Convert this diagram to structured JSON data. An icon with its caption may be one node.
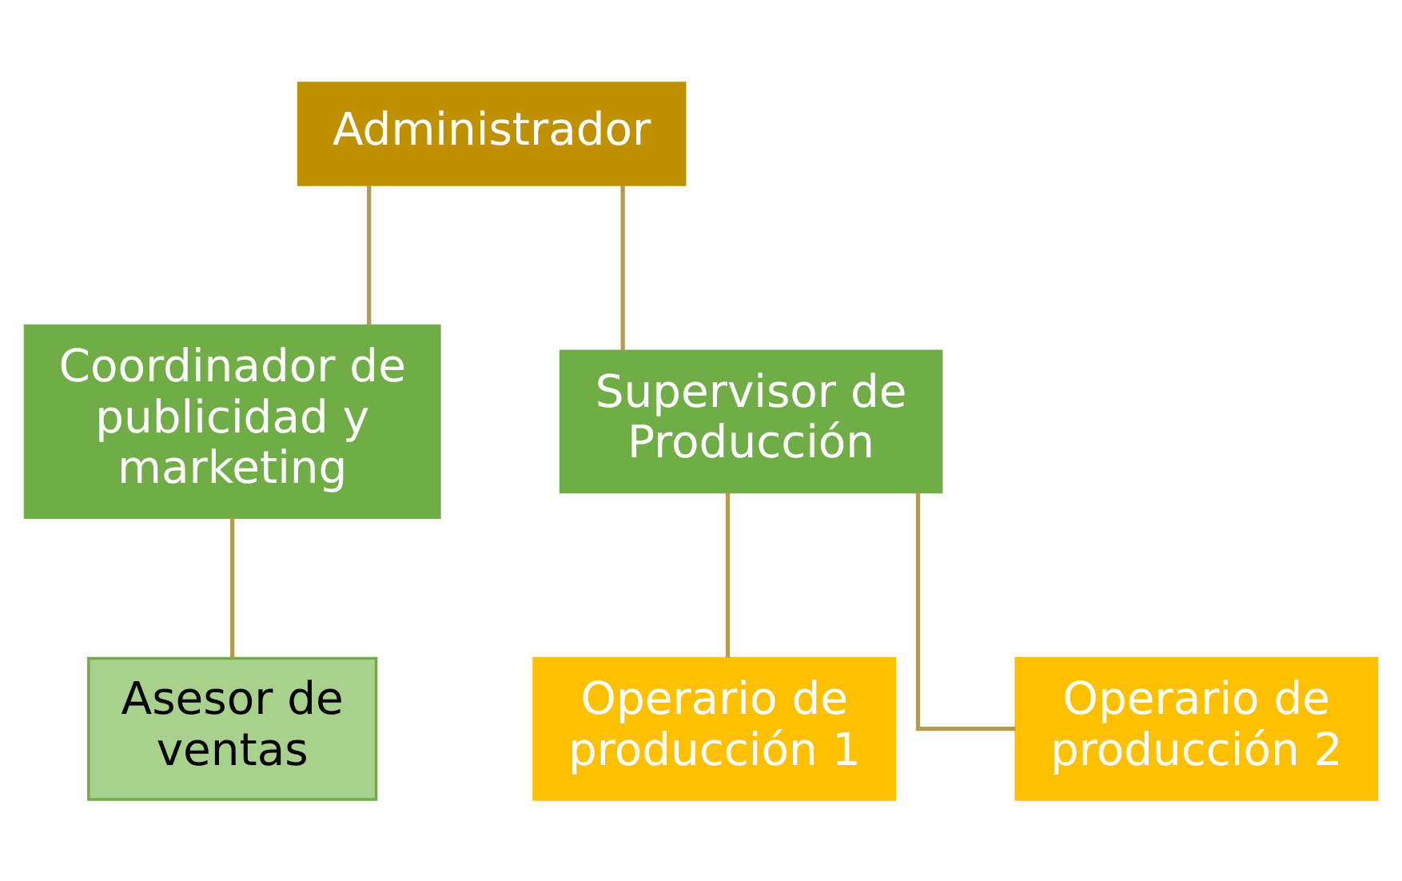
{
  "diagram": {
    "nodes": [
      {
        "text": [
          "Administrador"
        ]
      },
      {
        "text": [
          "Coordinador de publicidad y marketing"
        ]
      },
      {
        "text": [
          "Supervisor de Producción"
        ]
      },
      {
        "text": [
          "Asesor de ventas"
        ]
      },
      {
        "text": [
          "Operario de producción 1"
        ]
      },
      {
        "text": [
          "Operario de producción 2"
        ]
      }
    ],
    "edges": [
      {
        "from": 0,
        "to": 1,
        "arrow": "none"
      },
      {
        "from": 0,
        "to": 2,
        "arrow": "none"
      },
      {
        "from": 1,
        "to": 3,
        "arrow": "none"
      },
      {
        "from": 2,
        "to": 4,
        "arrow": "none"
      },
      {
        "from": 2,
        "to": 5,
        "arrow": "none"
      }
    ]
  }
}
